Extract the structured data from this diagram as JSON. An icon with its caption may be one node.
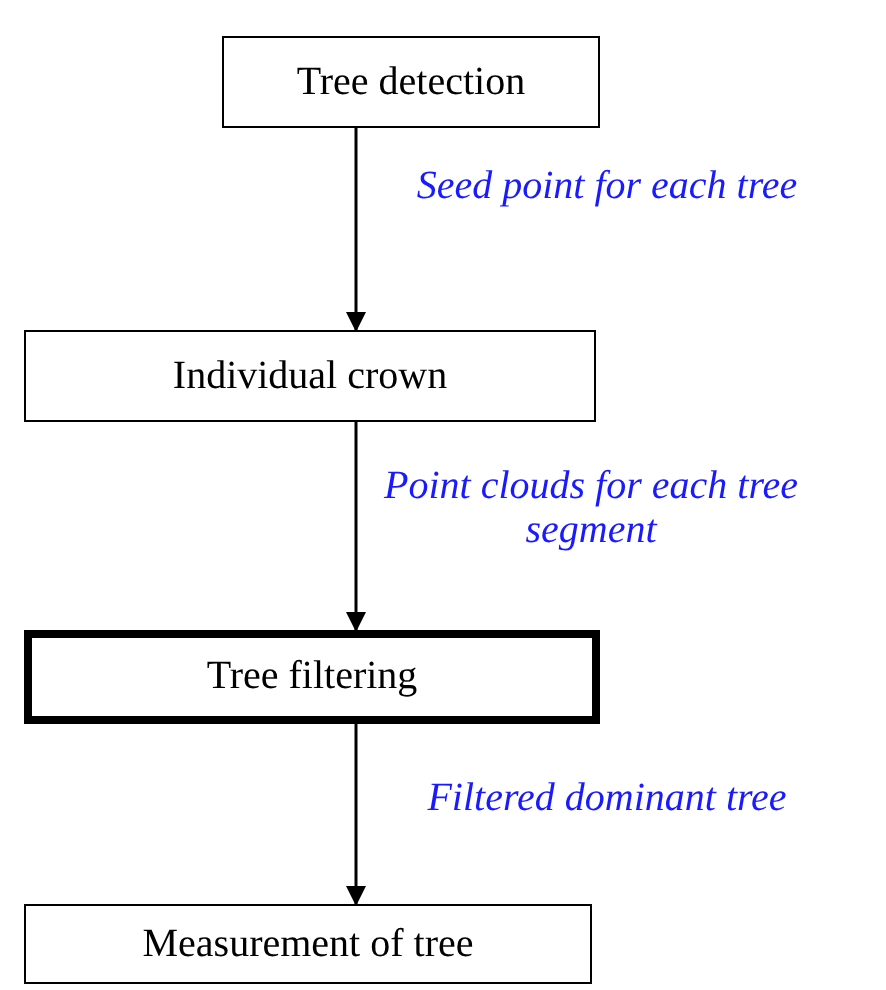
{
  "diagram": {
    "nodes": [
      {
        "text": [
          "Tree detection"
        ]
      },
      {
        "text": [
          "Individual crown"
        ]
      },
      {
        "text": [
          "Tree filtering"
        ]
      },
      {
        "text": [
          "Measurement of tree"
        ]
      }
    ],
    "edges": [
      {
        "from": 0,
        "to": 1,
        "arrow": "to",
        "label": "Seed point for each tree"
      },
      {
        "from": 1,
        "to": 2,
        "arrow": "to",
        "label": "Point clouds for each tree segment"
      },
      {
        "from": 2,
        "to": 3,
        "arrow": "to",
        "label": "Filtered dominant tree"
      }
    ]
  }
}
